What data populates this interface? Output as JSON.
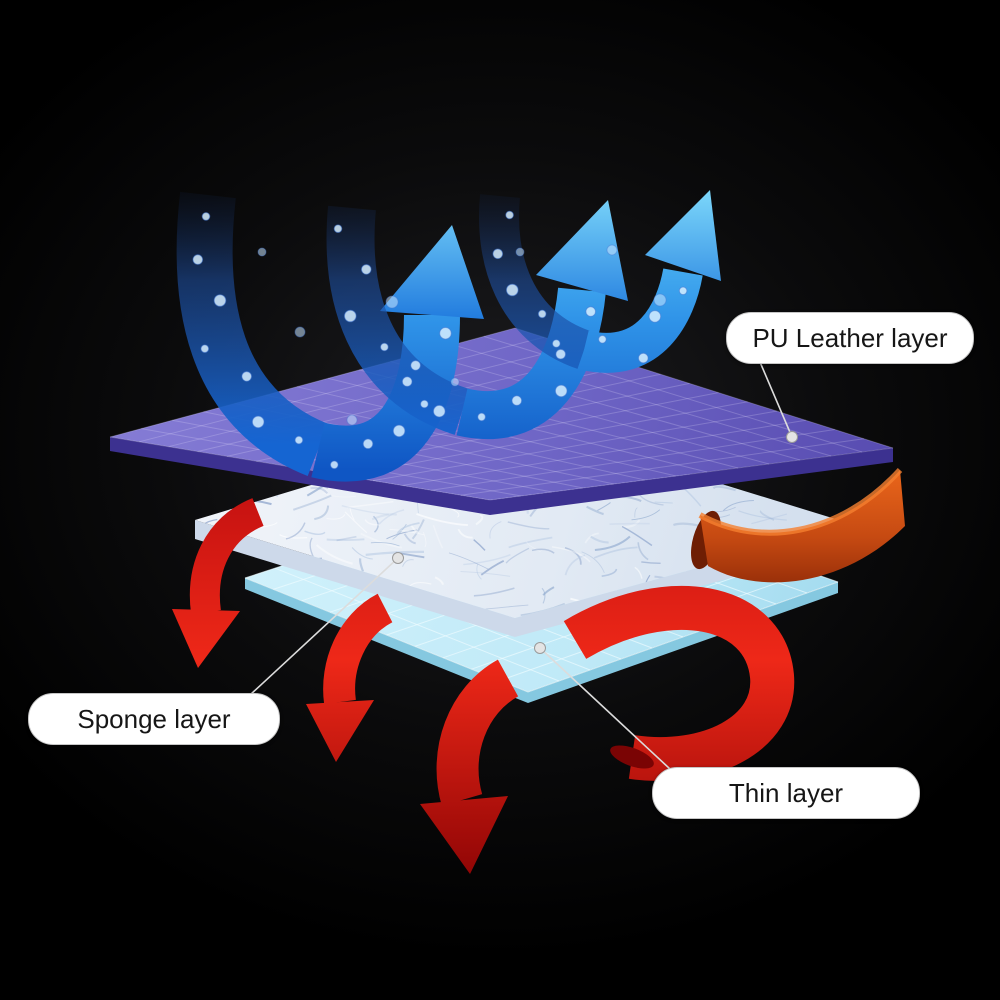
{
  "figure": {
    "background_color": "#050506",
    "callouts": [
      {
        "id": "pu-leather",
        "label": "PU Leather layer"
      },
      {
        "id": "sponge",
        "label": "Sponge layer"
      },
      {
        "id": "thin",
        "label": "Thin layer"
      }
    ],
    "layers": [
      {
        "name": "PU Leather layer",
        "color": "#6f66c6"
      },
      {
        "name": "Sponge layer",
        "color": "#e2eaf4"
      },
      {
        "name": "Thin layer",
        "color": "#bfe9f7"
      }
    ],
    "arrows": {
      "up_arrow_color": "#2b8fe8",
      "down_arrow_color": "#d81414"
    },
    "leather_strip_color": "#c64a12",
    "label_style": {
      "background": "#ffffff",
      "text_color": "#161616"
    }
  }
}
